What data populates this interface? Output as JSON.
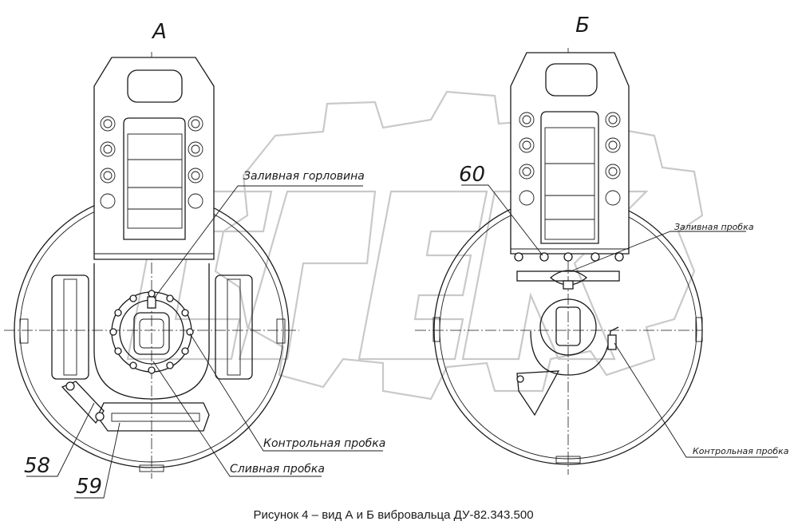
{
  "views": {
    "a": {
      "letter": "А"
    },
    "b": {
      "letter": "Б"
    }
  },
  "labels": {
    "zalivnaya_gorlovina": "Заливная горловина",
    "kontrolnaya_probka_a": "Контрольная пробка",
    "slivnaya_probka": "Сливная пробка",
    "zalivnaya_probka": "Заливная пробка",
    "kontrolnaya_probka_b": "Контрольная пробка",
    "pos_58": "58",
    "pos_59": "59",
    "pos_60": "60"
  },
  "caption": "Рисунок 4 –  вид А и Б вибровальца  ДУ-82.343.500"
}
